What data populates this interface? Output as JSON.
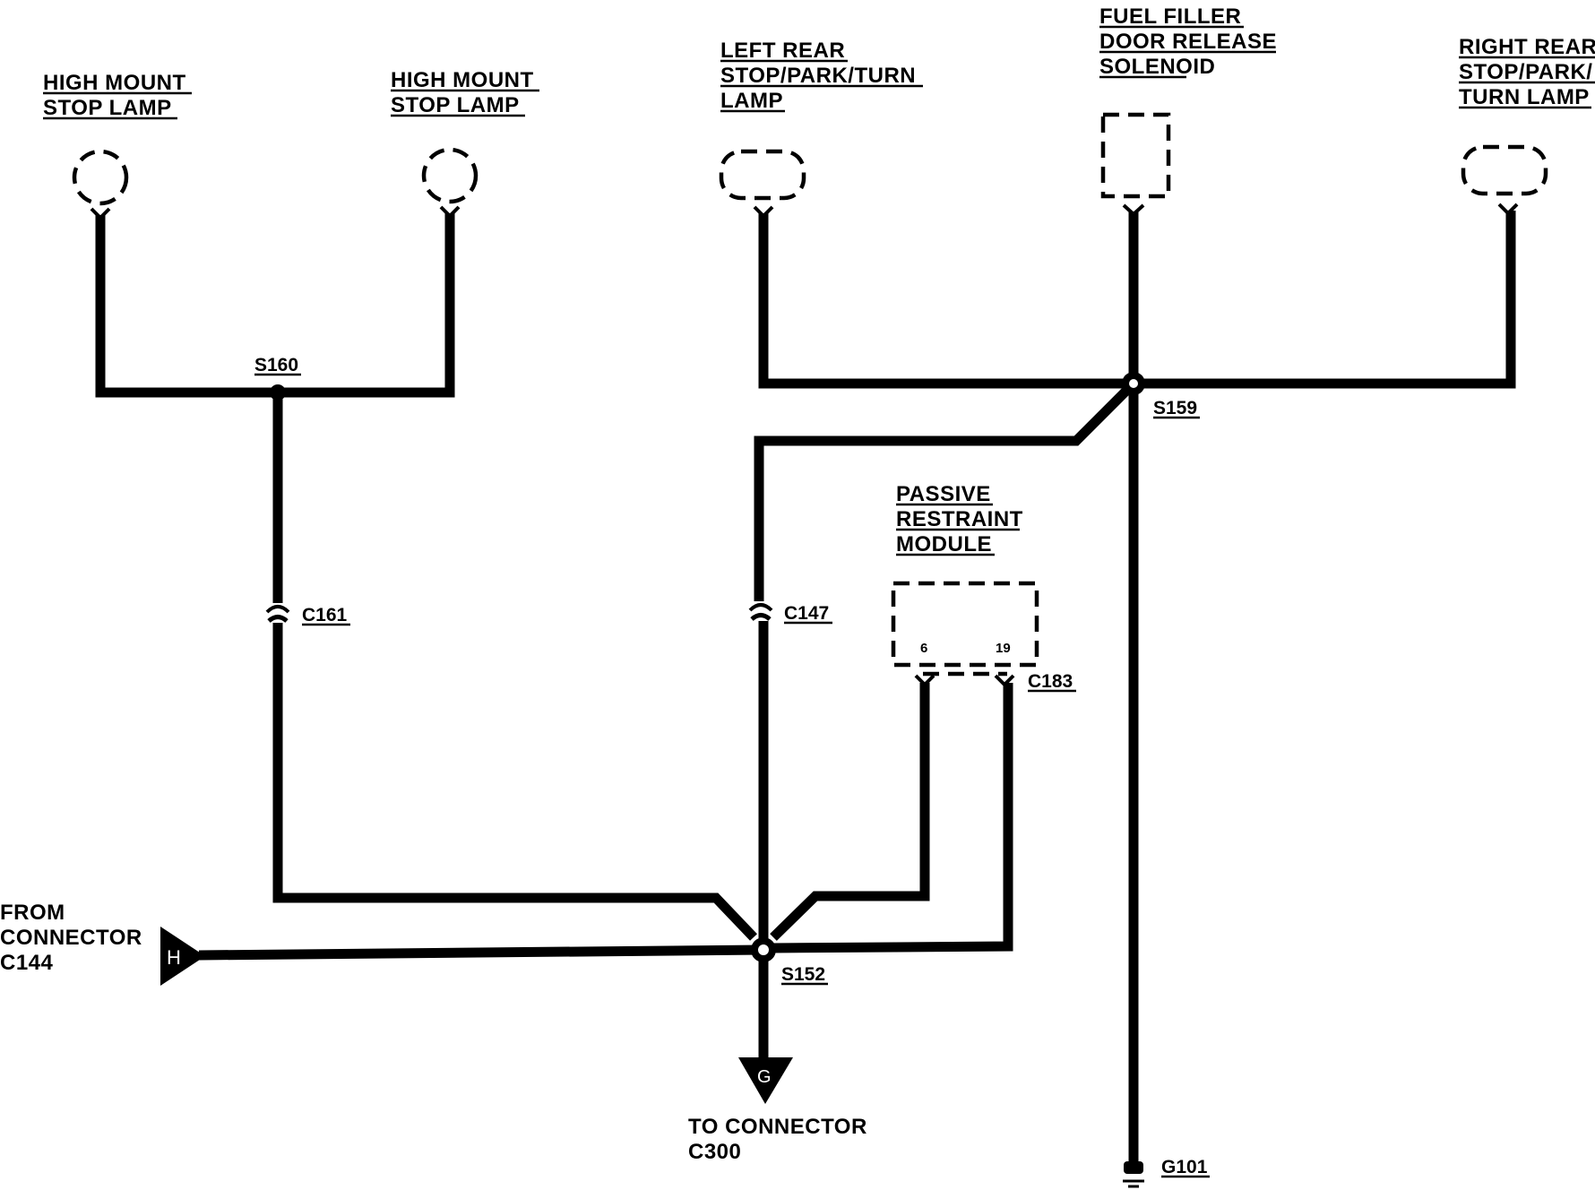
{
  "components": {
    "hm_lamp_1": [
      "HIGH MOUNT",
      "STOP LAMP"
    ],
    "hm_lamp_2": [
      "HIGH MOUNT",
      "STOP LAMP"
    ],
    "left_rear": [
      "LEFT REAR",
      "STOP/PARK/TURN",
      "LAMP"
    ],
    "fuel_filler": [
      "FUEL FILLER",
      "DOOR RELEASE",
      "SOLENOID"
    ],
    "right_rear": [
      "RIGHT REAR",
      "STOP/PARK/",
      "TURN LAMP"
    ],
    "passive_restraint": [
      "PASSIVE",
      "RESTRAINT",
      "MODULE"
    ]
  },
  "splices": {
    "s160": "S160",
    "s159": "S159",
    "s152": "S152"
  },
  "connectors": {
    "c161": "C161",
    "c147": "C147",
    "c183": "C183"
  },
  "pins": {
    "p6": "6",
    "p19": "19"
  },
  "ground": {
    "label": "G101"
  },
  "from_connector": {
    "lines": [
      "FROM",
      "CONNECTOR",
      "C144"
    ],
    "letter": "H"
  },
  "to_connector": {
    "lines": [
      "TO CONNECTOR",
      "C300"
    ],
    "letter": "G"
  }
}
